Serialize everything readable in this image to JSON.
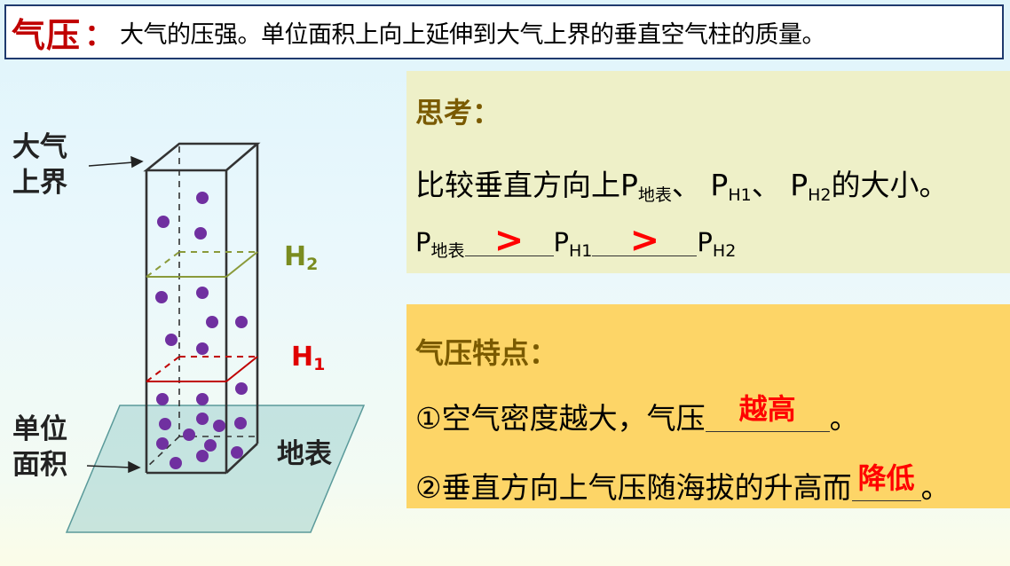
{
  "title": {
    "term": "气压",
    "colon": "：",
    "definition": "大气的压强。单位面积上向上延伸到大气上界的垂直空气柱的质量。"
  },
  "diagram": {
    "label_top_line1": "大气",
    "label_top_line2": "上界",
    "label_unit_line1": "单位",
    "label_unit_line2": "面积",
    "label_surface": "地表",
    "label_h2": "H",
    "label_h2_sub": "2",
    "label_h1": "H",
    "label_h1_sub": "1",
    "colors": {
      "h2_line": "#8a9a3a",
      "h1_line": "#c00000",
      "h2_label": "#7a8c20",
      "h1_label": "#e00000",
      "molecule": "#7030a0",
      "plane": "#8fc7c7"
    }
  },
  "think": {
    "heading": "思考：",
    "line_prefix": "比较垂直方向上P",
    "line_sub1": "地表",
    "line_sep1": "、 P",
    "line_sub2": "H1",
    "line_sep2": "、 P",
    "line_sub3": "H2",
    "line_suffix": "的大小。",
    "cmp_p1": "P",
    "cmp_p1_sub": "地表",
    "cmp_answer1": ">",
    "cmp_p2": "P",
    "cmp_p2_sub": "H1",
    "cmp_answer2": ">",
    "cmp_p3": "P",
    "cmp_p3_sub": "H2"
  },
  "features": {
    "heading": "气压特点：",
    "item1_text": "①空气密度越大，气压",
    "item1_answer": "越高",
    "item1_end": "。",
    "item2_text": "②垂直方向上气压随海拔的升高而",
    "item2_answer": "降低",
    "item2_end": "。"
  }
}
